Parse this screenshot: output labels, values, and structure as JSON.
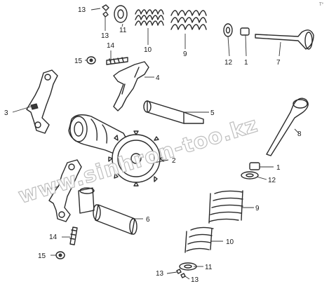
{
  "watermark": "www.sinhron-too.kz",
  "corner_mark": "T°",
  "callouts": [
    "13",
    "13",
    "11",
    "10",
    "9",
    "12",
    "1",
    "7",
    "14",
    "15",
    "4",
    "3",
    "5",
    "8",
    "2",
    "1",
    "12",
    "4",
    "9",
    "6",
    "10",
    "14",
    "15",
    "11",
    "13",
    "13"
  ]
}
